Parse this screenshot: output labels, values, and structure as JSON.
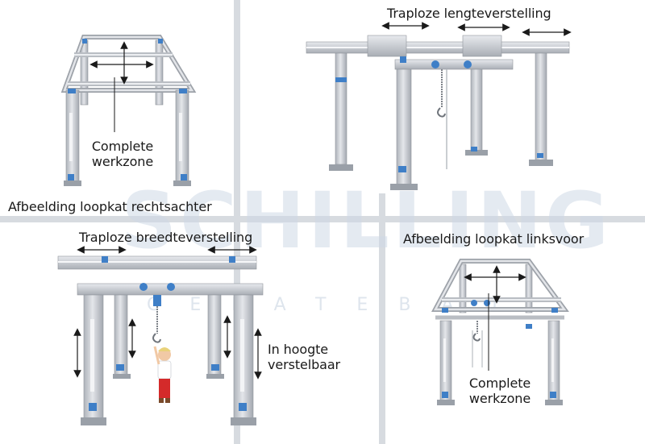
{
  "labels": {
    "lengte": "Traploze lengteverstelling",
    "complete_1_line1": "Complete",
    "complete_1_line2": "werkzone",
    "rechtsachter": "Afbeelding loopkat rechtsachter",
    "breedte": "Traploze breedteverstelling",
    "linksvoor": "Afbeelding loopkat linksvoor",
    "hoogte_line1": "In hoogte",
    "hoogte_line2": "verstelbaar",
    "complete_2_line1": "Complete",
    "complete_2_line2": "werkzone"
  },
  "watermark": {
    "brand": "SCHILLING",
    "sub": "CERATEBAU"
  },
  "colors": {
    "frame": "#c9ccd1",
    "frame_dark": "#9da2a9",
    "accent_blue": "#3f7fc7",
    "watermark": "#cfd9e6",
    "child_shirt": "#ffffff",
    "child_pants": "#d42a2a"
  }
}
